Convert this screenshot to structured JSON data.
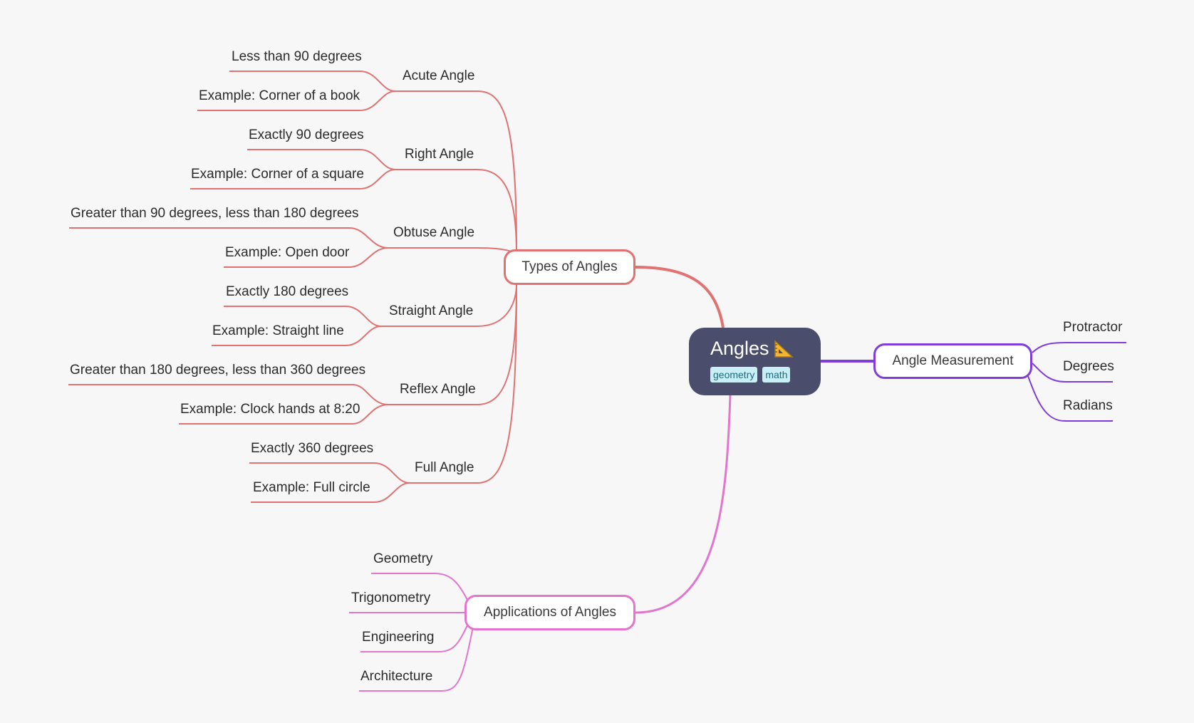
{
  "root": {
    "title": "Angles",
    "icon": "triangular-ruler-icon",
    "tags": [
      "geometry",
      "math"
    ]
  },
  "branches": {
    "types": {
      "label": "Types of Angles",
      "color": "#e07272",
      "children": [
        {
          "label": "Acute Angle",
          "details": [
            "Less than 90 degrees",
            "Example: Corner of a book"
          ]
        },
        {
          "label": "Right Angle",
          "details": [
            "Exactly 90 degrees",
            "Example: Corner of a square"
          ]
        },
        {
          "label": "Obtuse Angle",
          "details": [
            "Greater than 90 degrees, less than 180 degrees",
            "Example: Open door"
          ]
        },
        {
          "label": "Straight Angle",
          "details": [
            "Exactly 180 degrees",
            "Example: Straight line"
          ]
        },
        {
          "label": "Reflex Angle",
          "details": [
            "Greater than 180 degrees, less than 360 degrees",
            "Example: Clock hands at 8:20"
          ]
        },
        {
          "label": "Full Angle",
          "details": [
            "Exactly 360 degrees",
            "Example: Full circle"
          ]
        }
      ]
    },
    "measurement": {
      "label": "Angle Measurement",
      "color": "#7f3ddb",
      "children": [
        "Protractor",
        "Degrees",
        "Radians"
      ]
    },
    "applications": {
      "label": "Applications of Angles",
      "color": "#e375cf",
      "children": [
        "Geometry",
        "Trigonometry",
        "Engineering",
        "Architecture"
      ]
    }
  }
}
